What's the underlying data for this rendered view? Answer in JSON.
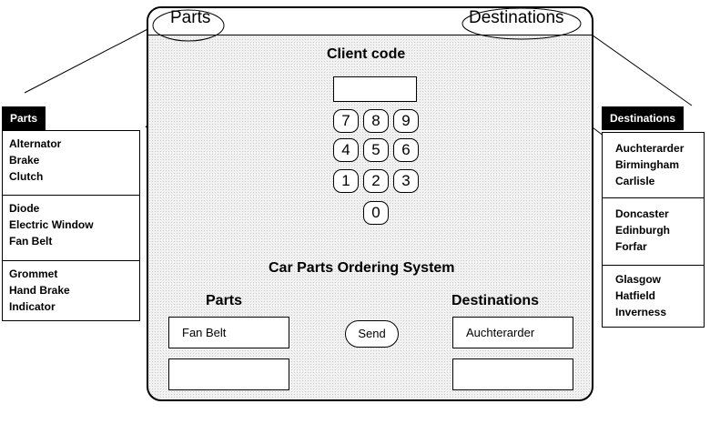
{
  "panel": {
    "top_parts_label": "Parts",
    "top_destinations_label": "Destinations",
    "client_code_label": "Client code",
    "client_code_value": "",
    "keypad": [
      "7",
      "8",
      "9",
      "4",
      "5",
      "6",
      "1",
      "2",
      "3",
      "0"
    ],
    "system_title": "Car Parts Ordering System",
    "parts_heading": "Parts",
    "destinations_heading": "Destinations",
    "parts_fields": [
      "Fan Belt",
      ""
    ],
    "destination_fields": [
      "Auchterarder",
      ""
    ],
    "send_label": "Send"
  },
  "parts_menu": {
    "tab_label": "Parts",
    "groups": [
      [
        "Alternator",
        "Brake",
        "Clutch"
      ],
      [
        "Diode",
        "Electric Window",
        "Fan Belt"
      ],
      [
        "Grommet",
        "Hand Brake",
        "Indicator"
      ]
    ]
  },
  "destinations_menu": {
    "tab_label": "Destinations",
    "groups": [
      [
        "Auchterarder",
        "Birmingham",
        "Carlisle"
      ],
      [
        "Doncaster",
        "Edinburgh",
        "Forfar"
      ],
      [
        "Glasgow",
        "Hatfield",
        "Inverness"
      ]
    ]
  }
}
